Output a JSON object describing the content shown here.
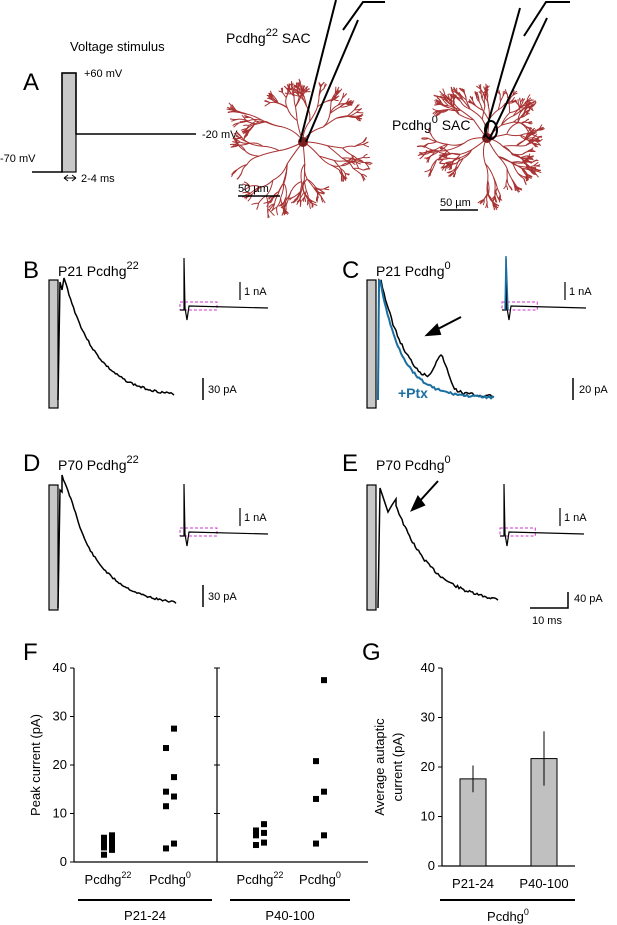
{
  "panel_labels": {
    "A": "A",
    "B": "B",
    "C": "C",
    "D": "D",
    "E": "E",
    "F": "F",
    "G": "G"
  },
  "panel_a": {
    "stim_title": "Voltage stimulus",
    "v_high": "+60 mV",
    "v_hold": "-70 mV",
    "v_after": "-20 mV",
    "duration": "2-4 ms",
    "cell1_main": "Pcdhg",
    "cell1_sup": "22",
    "cell1_tail": " SAC",
    "cell2_main": "Pcdhg",
    "cell2_sup": "0",
    "cell2_tail": " SAC",
    "scale1": "50 µm",
    "scale2": "50 µm"
  },
  "traces": {
    "B": {
      "title_main": "P21 Pcdhg",
      "title_sup": "22",
      "inset_scale": "1 nA",
      "scale": "30 pA"
    },
    "C": {
      "title_main": "P21 Pcdhg",
      "title_sup": "0",
      "inset_scale": "1 nA",
      "scale": "20 pA",
      "ptx_label": "+Ptx"
    },
    "D": {
      "title_main": "P70 Pcdhg",
      "title_sup": "22",
      "inset_scale": "1 nA",
      "scale": "30 pA"
    },
    "E": {
      "title_main": "P70 Pcdhg",
      "title_sup": "0",
      "inset_scale": "1 nA",
      "scale": "40 pA",
      "time_scale": "10 ms"
    }
  },
  "colors": {
    "trace": "#000000",
    "ptx": "#1a6fa0",
    "neuron": "#a83232",
    "dashed": "#cc33cc",
    "bar_fill": "#c0c0c0"
  },
  "chart_data": [
    {
      "type": "scatter",
      "panel": "F",
      "ylabel": "Peak current (pA)",
      "ylim": [
        0,
        40
      ],
      "yticks": [
        0,
        10,
        20,
        30,
        40
      ],
      "groups": [
        {
          "name_main": "Pcdhg",
          "name_sup": "22",
          "age": "P21-24",
          "values": [
            1.5,
            2.5,
            3.0,
            3.5,
            4.0,
            4.5,
            5.0,
            5.5
          ]
        },
        {
          "name_main": "Pcdhg",
          "name_sup": "0",
          "age": "P21-24",
          "values": [
            2.8,
            3.8,
            11.5,
            13.5,
            14.5,
            17.5,
            23.5,
            27.5
          ]
        },
        {
          "name_main": "Pcdhg",
          "name_sup": "22",
          "age": "P40-100",
          "values": [
            3.5,
            4.0,
            5.5,
            6.0,
            6.5,
            7.8
          ]
        },
        {
          "name_main": "Pcdhg",
          "name_sup": "0",
          "age": "P40-100",
          "values": [
            3.8,
            5.5,
            13.0,
            14.5,
            20.8,
            37.5
          ]
        }
      ],
      "age_labels": [
        "P21-24",
        "P40-100"
      ]
    },
    {
      "type": "bar",
      "panel": "G",
      "ylabel_line1": "Average autaptic",
      "ylabel_line2": "current (pA)",
      "ylim": [
        0,
        40
      ],
      "yticks": [
        0,
        10,
        20,
        30,
        40
      ],
      "categories": [
        "P21-24",
        "P40-100"
      ],
      "values": [
        17.6,
        21.7
      ],
      "errors": [
        2.7,
        5.5
      ],
      "group_main": "Pcdhg",
      "group_sup": "0"
    }
  ]
}
